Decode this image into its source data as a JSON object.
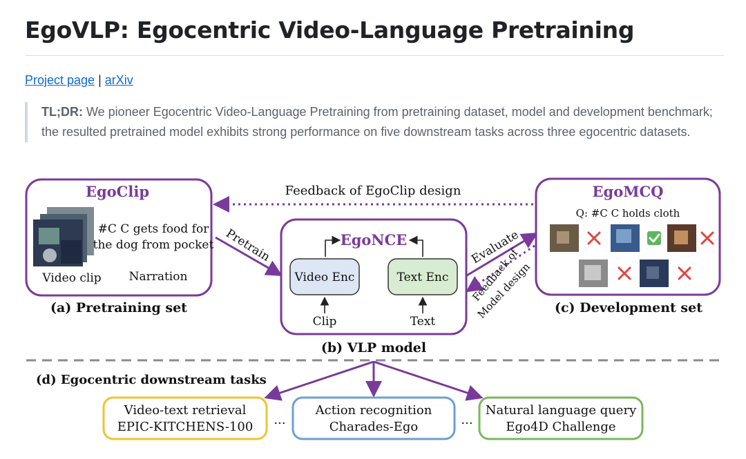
{
  "title": "EgoVLP: Egocentric Video-Language Pretraining",
  "links": {
    "project": "Project page",
    "separator": "|",
    "arxiv": "arXiv"
  },
  "tldr": {
    "label": "TL;DR:",
    "text": "We pioneer Egocentric Video-Language Pretraining from pretraining dataset, model and development benchmark; the resulted pretrained model exhibits strong performance on five downstream tasks across three egocentric datasets."
  },
  "figure": {
    "feedback_top": "Feedback of EgoClip design",
    "egoclip": {
      "title": "EgoClip",
      "narration_line1": "#C C gets food for",
      "narration_line2": "the dog from pocket",
      "video_clip_label": "Video clip",
      "narration_label": "Narration",
      "caption": "(a) Pretraining set"
    },
    "pretrain_label": "Pretrain",
    "vlp": {
      "title": "EgoNCE",
      "video_enc": "Video Enc",
      "text_enc": "Text Enc",
      "clip_label": "Clip",
      "text_label": "Text",
      "caption": "(b) VLP model"
    },
    "evaluate_label": "Evaluate",
    "feedback_model_line1": "Feedback of",
    "feedback_model_line2": "Model design",
    "egomcq": {
      "title": "EgoMCQ",
      "question": "Q: #C C holds cloth",
      "caption": "(c) Development set"
    },
    "downstream": {
      "caption": "(d) Egocentric downstream tasks",
      "ellipsis": "...",
      "tasks": [
        {
          "line1": "Video-text retrieval",
          "line2": "EPIC-KITCHENS-100",
          "color": "#f2c233"
        },
        {
          "line1": "Action recognition",
          "line2": "Charades-Ego",
          "color": "#6a9fd4"
        },
        {
          "line1": "Natural language query",
          "line2": "Ego4D Challenge",
          "color": "#7ab85a"
        }
      ]
    },
    "colors": {
      "purple": "#7a3a9a",
      "video_enc_fill": "#dce6f5",
      "text_enc_fill": "#d7ecd0",
      "cross": "#e0443e",
      "check": "#5cb85c",
      "dash": "#8a8a8a"
    }
  }
}
